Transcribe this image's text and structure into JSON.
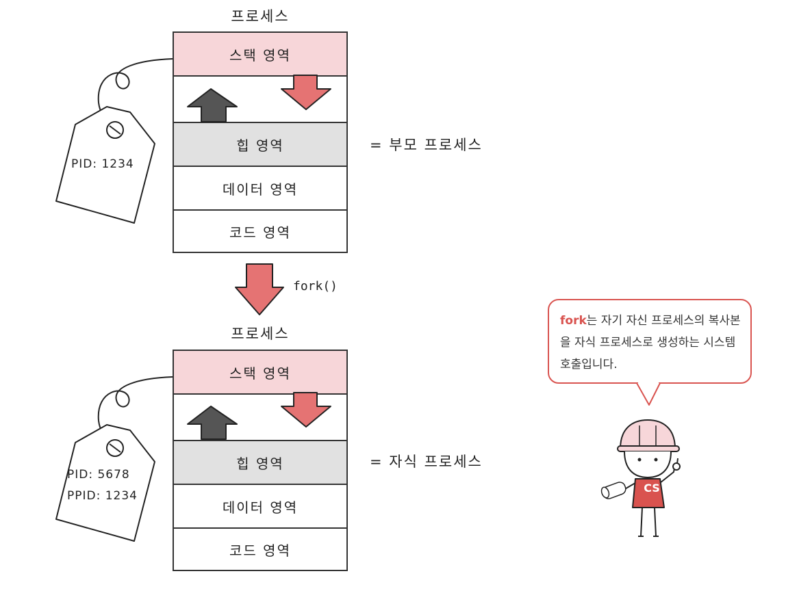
{
  "parent": {
    "title": "프로세스",
    "segments": {
      "stack": "스택 영역",
      "heap": "힙 영역",
      "data": "데이터 영역",
      "code": "코드 영역"
    },
    "label": "= 부모 프로세스",
    "tag": {
      "pid": "PID: 1234"
    }
  },
  "fork_call": "fork()",
  "child": {
    "title": "프로세스",
    "segments": {
      "stack": "스택 영역",
      "heap": "힙 영역",
      "data": "데이터 영역",
      "code": "코드 영역"
    },
    "label": "= 자식 프로세스",
    "tag": {
      "pid": "PID: 5678",
      "ppid": "PPID: 1234"
    }
  },
  "bubble": {
    "highlight": "fork",
    "text": "는 자기 자신 프로세스의 복사본을 자식 프로세스로 생성하는 시스템 호출입니다."
  },
  "character": {
    "badge": "CS"
  },
  "colors": {
    "stack_fill": "#f7d6d9",
    "heap_fill": "#e1e1e1",
    "down_arrow": "#e57373",
    "up_arrow": "#555555",
    "accent": "#d9534f"
  }
}
